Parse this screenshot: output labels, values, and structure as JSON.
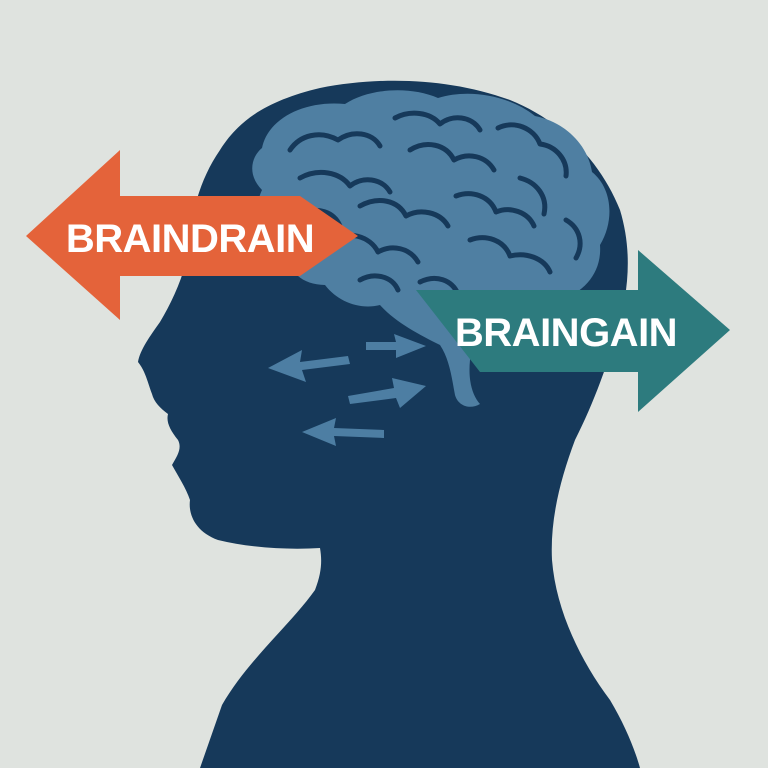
{
  "labels": {
    "drain": "BRAINDRAIN",
    "gain": "BRAINGAIN"
  },
  "colors": {
    "background": "#dfe3df",
    "silhouette": "#16395a",
    "brain": "#4f7fa2",
    "brain_folds": "#16395a",
    "drain_arrow": "#e4633a",
    "gain_arrow": "#2d7b7e",
    "small_arrows": "#4d7ea3"
  },
  "icons": [
    "head-silhouette",
    "brain-icon",
    "left-arrow-icon",
    "right-arrow-icon",
    "small-arrow-icon"
  ]
}
